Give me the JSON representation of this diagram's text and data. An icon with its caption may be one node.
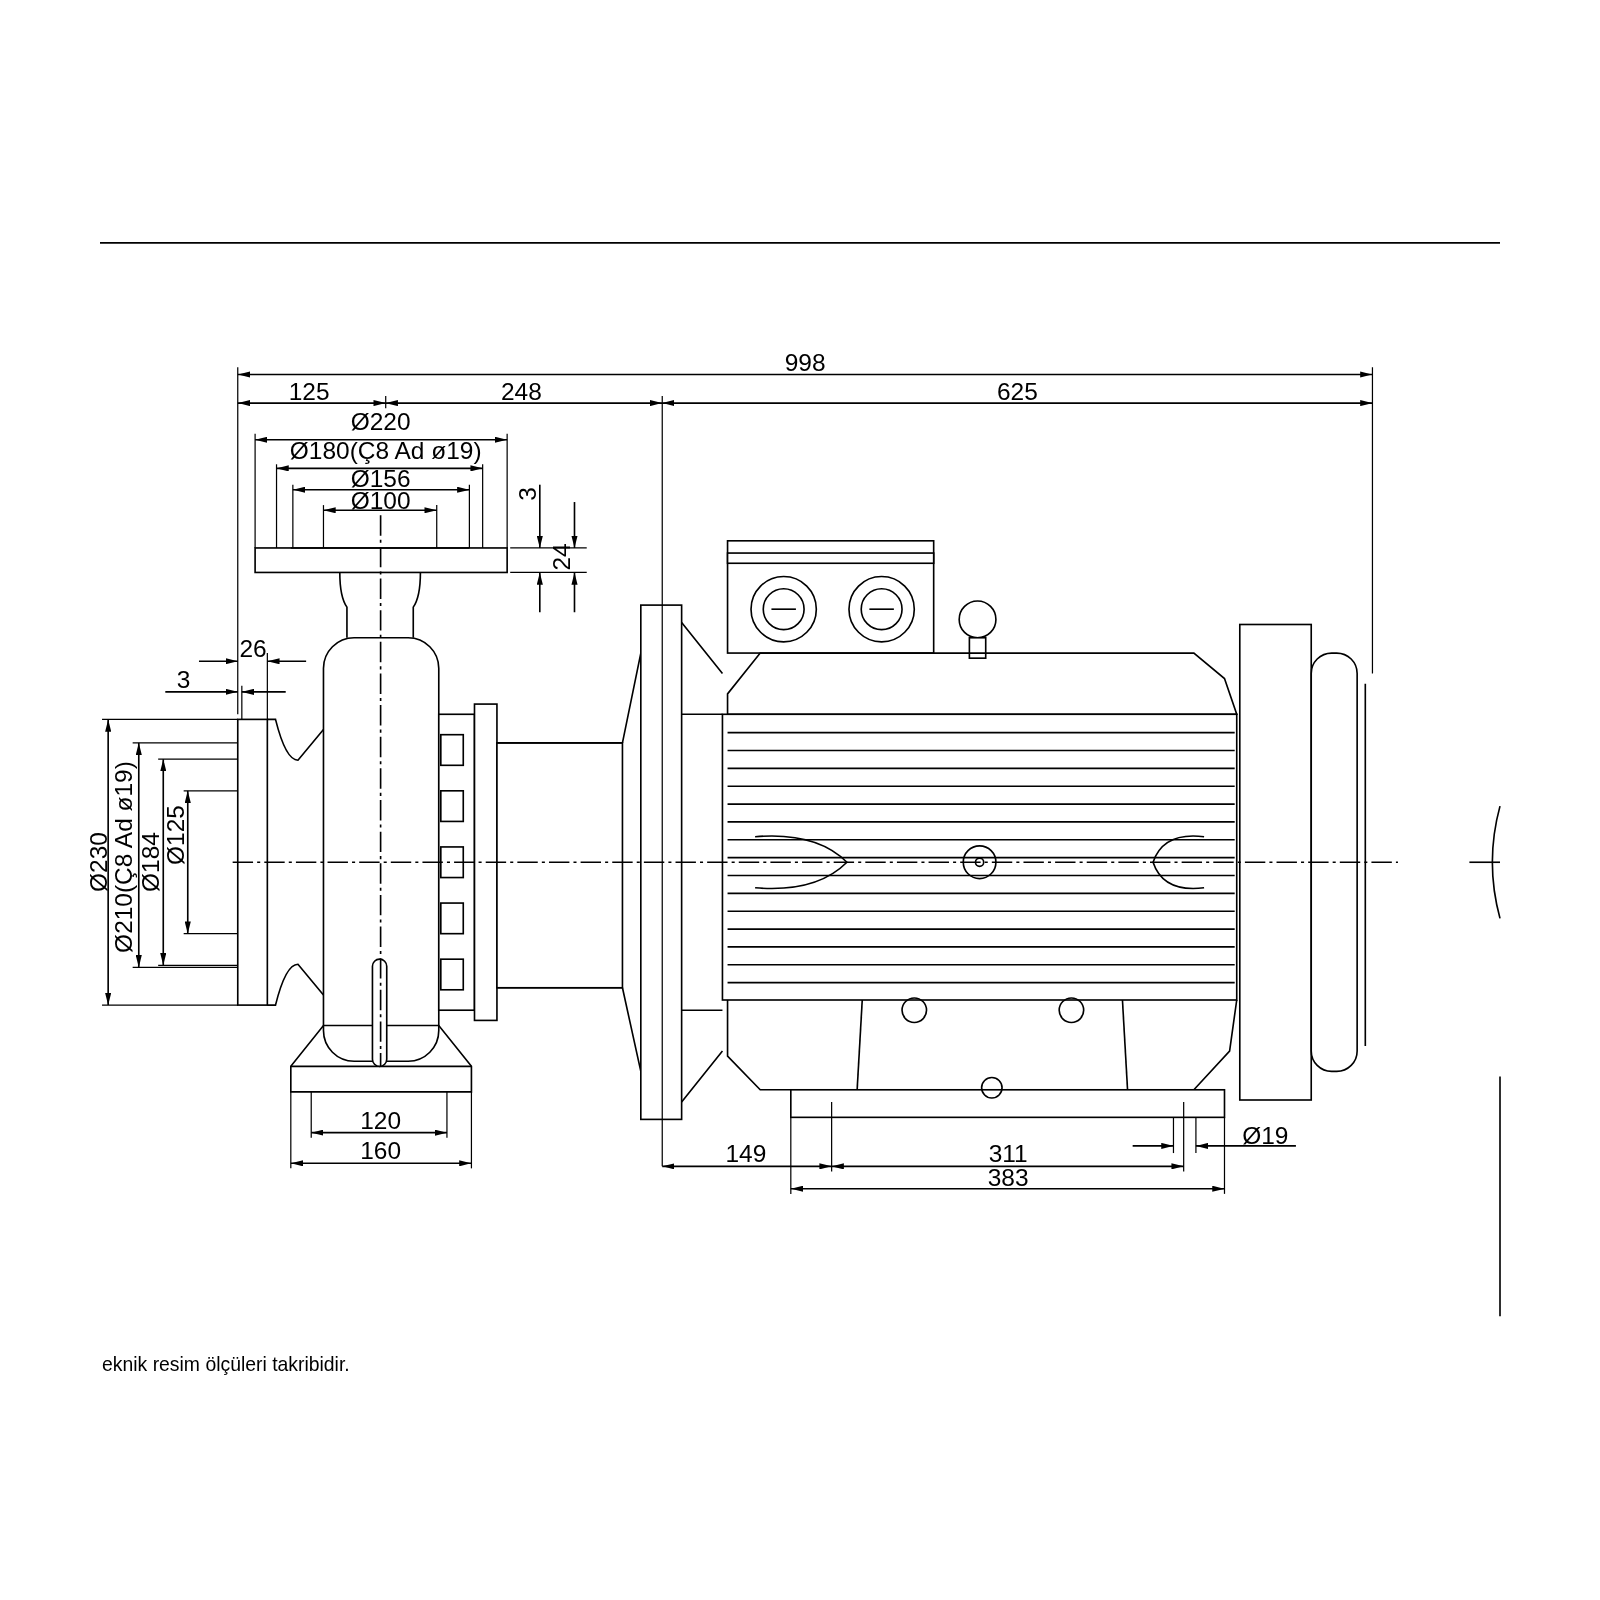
{
  "diagram": {
    "labels": [
      "998",
      "125",
      "248",
      "625",
      "Ø220",
      "Ø180(Ç8 Ad ø19)",
      "Ø156",
      "3",
      "Ø100",
      "24",
      "26",
      "3",
      "Ø230",
      "Ø210(Ç8 Ad ø19)",
      "Ø184",
      "Ø125",
      "120",
      "Ø19",
      "160",
      "149",
      "311",
      "383",
      "eknik resim ölçüleri takribidir."
    ]
  }
}
